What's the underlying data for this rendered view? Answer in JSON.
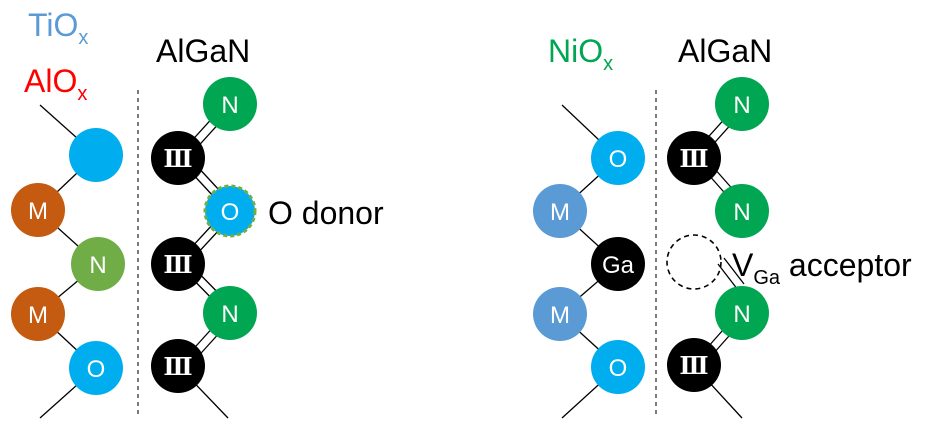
{
  "colors": {
    "ti": "#5b9bd5",
    "al_ox": "#ff0000",
    "ni": "#00a651",
    "black": "#000000",
    "o_atom": "#00aeef",
    "n_atom": "#00a651",
    "m_atom": "#c55a11",
    "n_left_atom": "#70ad47",
    "m_right_atom": "#5b9bd5",
    "iii_atom": "#000000",
    "o_donor_border": "#70ad47"
  },
  "left": {
    "label_tiox_main": "TiO",
    "label_tiox_sub": "x",
    "label_alox_main": "AlO",
    "label_alox_sub": "x",
    "label_algan": "AlGaN",
    "oxide_atoms": [
      "",
      "M",
      "N",
      "M",
      "O"
    ],
    "algan_atoms": [
      "N",
      "Ⅲ",
      "O",
      "Ⅲ",
      "N",
      "Ⅲ"
    ],
    "annotation": "O donor"
  },
  "right": {
    "label_niox_main": "NiO",
    "label_niox_sub": "x",
    "label_algan": "AlGaN",
    "oxide_atoms": [
      "O",
      "M",
      "Ga",
      "M",
      "O"
    ],
    "algan_atoms": [
      "N",
      "Ⅲ",
      "N",
      "",
      "N",
      "Ⅲ"
    ],
    "annotation_main": "V",
    "annotation_sub": "Ga",
    "annotation_rest": " acceptor"
  }
}
